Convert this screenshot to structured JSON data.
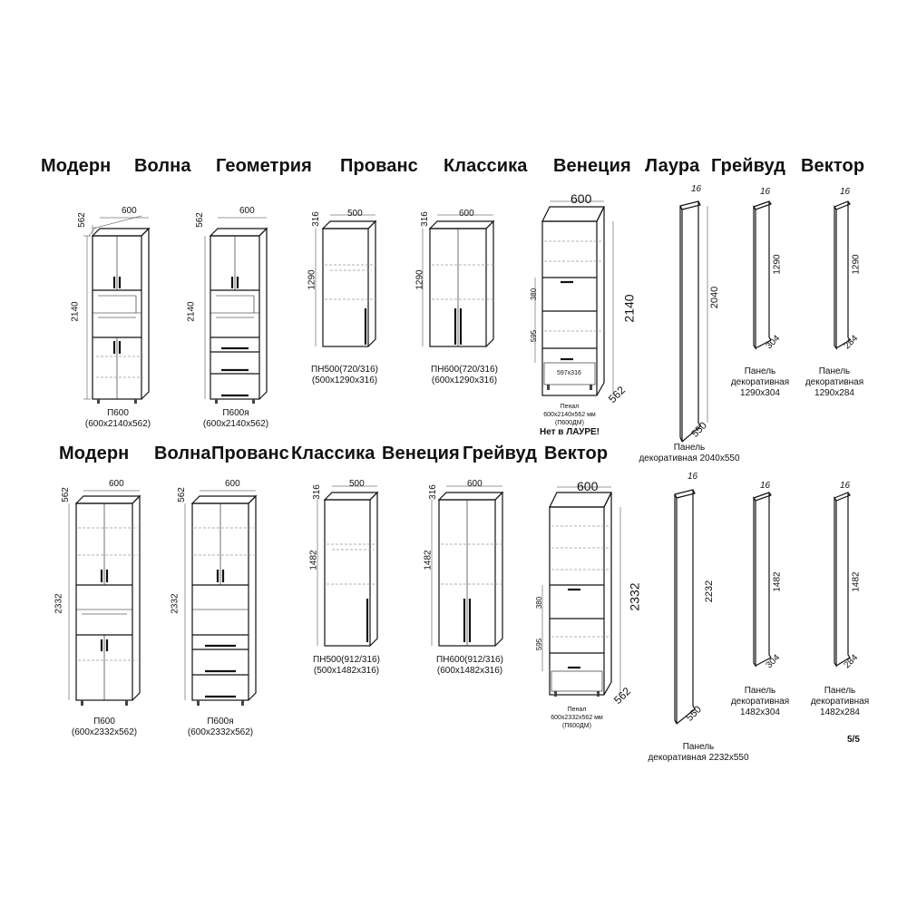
{
  "top_header": [
    "Модерн",
    "Волна",
    "Геометрия",
    "Прованс",
    "Классика",
    "Венеция",
    "Лаура",
    "Грейвуд",
    "Вектор"
  ],
  "bottom_header": [
    "Модерн",
    "Волна",
    "Прованс",
    "Классика",
    "Венеция",
    "Грейвуд",
    "Вектор"
  ],
  "top_row": {
    "p600": {
      "code": "П600",
      "size": "(600х2140х562)",
      "w": "600",
      "d": "562",
      "h": "2140"
    },
    "p600ya": {
      "code": "П600я",
      "size": "(600х2140х562)",
      "w": "600",
      "d": "562",
      "h": "2140"
    },
    "pn500": {
      "code": "ПН500(720/316)",
      "size": "(500х1290х316)",
      "w": "500",
      "d": "316",
      "h": "1290"
    },
    "pn600": {
      "code": "ПН600(720/316)",
      "size": "(600х1290х316)",
      "w": "600",
      "d": "316",
      "h": "1290"
    },
    "penal": {
      "line1": "Пенал",
      "line2": "600х2140х562 мм",
      "line3": "(П600ДМ)",
      "note": "Нет в ЛАУРЕ!",
      "w": "600",
      "h": "2140",
      "d": "562",
      "d380": "380",
      "d595": "595",
      "inner": "597х316"
    },
    "panel_tall": {
      "line1": "Панель",
      "line2": "декоративная 2040х550",
      "t": "16",
      "h": "2040",
      "w": "550"
    },
    "panel_a": {
      "line1": "Панель",
      "line2": "декоративная",
      "line3": "1290х304",
      "t": "16",
      "h": "1290",
      "w": "304"
    },
    "panel_b": {
      "line1": "Панель",
      "line2": "декоративная",
      "line3": "1290х284",
      "t": "16",
      "h": "1290",
      "w": "284"
    }
  },
  "bottom_row": {
    "p600": {
      "code": "П600",
      "size": "(600х2332х562)",
      "w": "600",
      "d": "562",
      "h": "2332"
    },
    "p600ya": {
      "code": "П600я",
      "size": "(600х2332х562)",
      "w": "600",
      "d": "562",
      "h": "2332"
    },
    "pn500": {
      "code": "ПН500(912/316)",
      "size": "(500х1482х316)",
      "w": "500",
      "d": "316",
      "h": "1482"
    },
    "pn600": {
      "code": "ПН600(912/316)",
      "size": "(600х1482х316)",
      "w": "600",
      "d": "316",
      "h": "1482"
    },
    "penal": {
      "line1": "Пенал",
      "line2": "600х2332х562 мм",
      "line3": "(П600ДМ)",
      "w": "600",
      "h": "2332",
      "d": "562",
      "d380": "380",
      "d595": "595"
    },
    "panel_tall": {
      "line1": "Панель",
      "line2": "декоративная 2232х550",
      "t": "16",
      "h": "2232",
      "w": "550"
    },
    "panel_a": {
      "line1": "Панель",
      "line2": "декоративная",
      "line3": "1482х304",
      "t": "16",
      "h": "1482",
      "w": "304"
    },
    "panel_b": {
      "line1": "Панель",
      "line2": "декоративная",
      "line3": "1482х284",
      "t": "16",
      "h": "1482",
      "w": "284"
    }
  },
  "page_number": "5/5"
}
